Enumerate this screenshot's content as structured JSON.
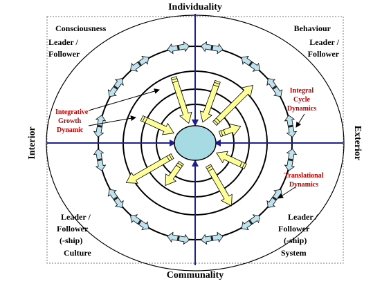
{
  "axes": {
    "top": "Individuality",
    "bottom": "Communality",
    "left": "Interior",
    "right": "Exterior"
  },
  "quadrants": {
    "top_left": {
      "title": "Consciousness",
      "line1": "Leader /",
      "line2": "Follower"
    },
    "top_right": {
      "title": "Behaviour",
      "line1": "Leader /",
      "line2": "Follower"
    },
    "bottom_left": {
      "line1": "Leader /",
      "line2": "Follower",
      "line3": "(-ship)",
      "title": "Culture"
    },
    "bottom_right": {
      "line1": "Leader /",
      "line2": "Follower",
      "line3": "(-ship)",
      "title": "System"
    }
  },
  "annotations": {
    "integrative": [
      "Integrative",
      "Growth",
      "Dynamic"
    ],
    "integral": [
      "Integral",
      "Cycle",
      "Dynamics"
    ],
    "translational": [
      "Translational",
      "Dynamics"
    ]
  },
  "colors": {
    "axis": "#1f1f8f",
    "arrow_yellow": "#ffff99",
    "arrow_blue": "#bfe3ee",
    "center": "#a6dbe3",
    "annotation": "#c00000"
  }
}
